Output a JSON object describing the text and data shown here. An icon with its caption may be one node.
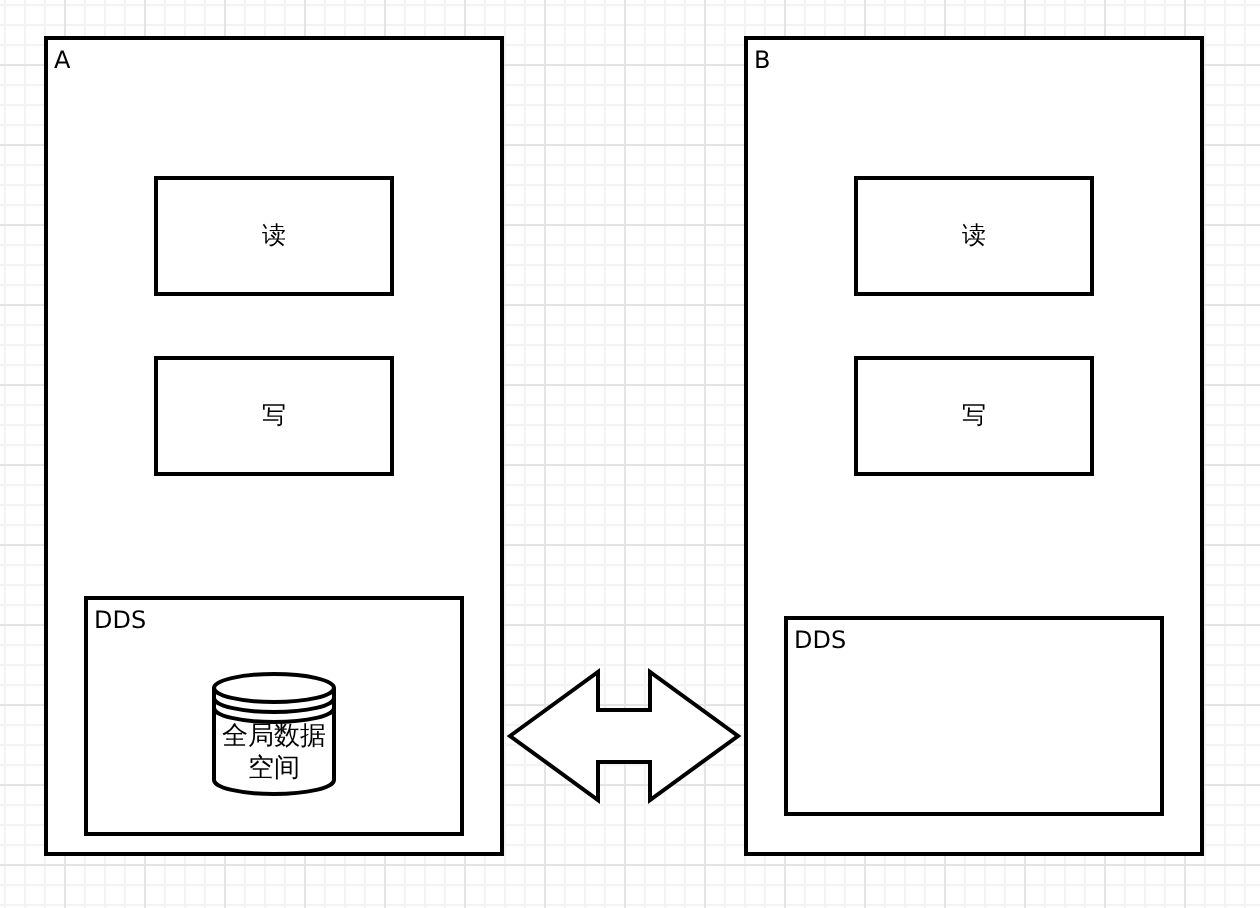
{
  "diagram": {
    "nodes": [
      {
        "text": [
          "A"
        ]
      },
      {
        "text": [
          "读"
        ],
        "in": 0
      },
      {
        "text": [
          "写"
        ],
        "in": 0
      },
      {
        "text": [
          "DDS"
        ],
        "in": 0
      },
      {
        "text": [
          "全局数据空间"
        ],
        "in": 3
      },
      {
        "text": [
          "B"
        ]
      },
      {
        "text": [
          "读"
        ],
        "in": 5
      },
      {
        "text": [
          "写"
        ],
        "in": 5
      },
      {
        "text": [
          "DDS"
        ],
        "in": 5
      }
    ],
    "edges": [
      {
        "from": 0,
        "to": 5,
        "arrow": "both"
      }
    ]
  }
}
